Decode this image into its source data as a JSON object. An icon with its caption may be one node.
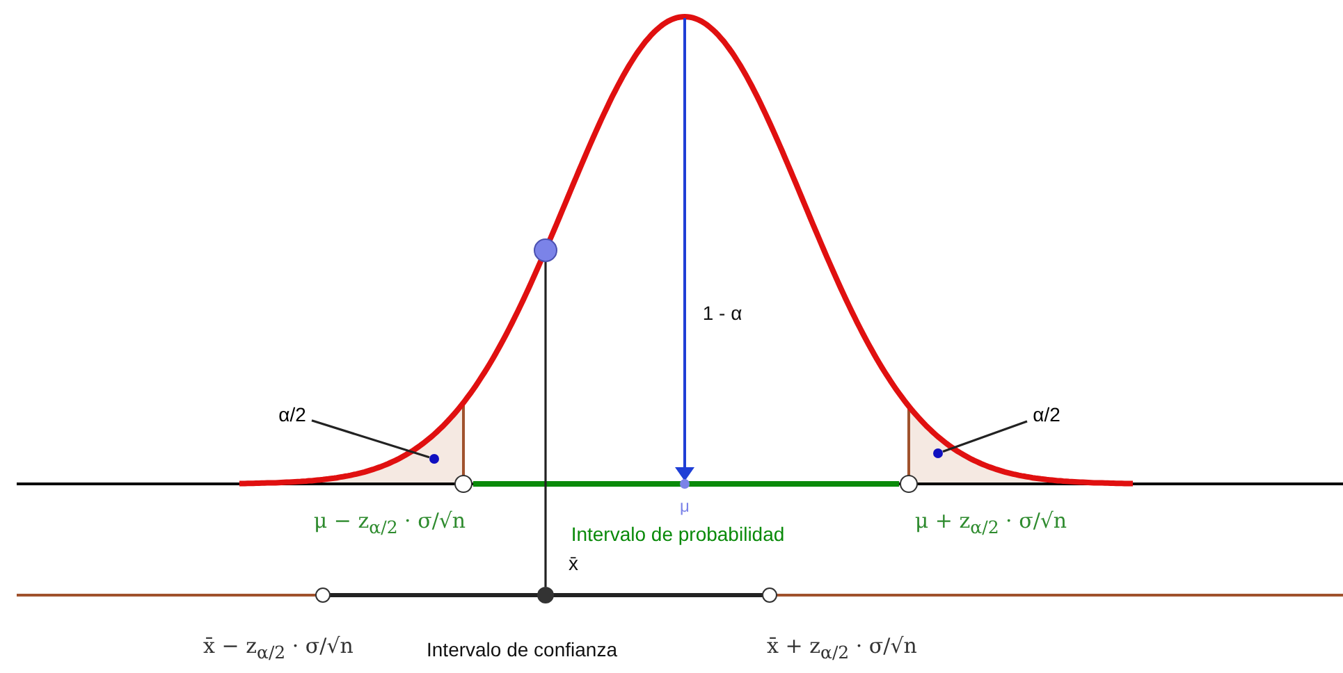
{
  "diagram": {
    "nodes": [
      {
        "text": [
          "α/2"
        ]
      },
      {
        "text": [],
        "shape": "circle"
      },
      {
        "text": [
          "α/2"
        ]
      },
      {
        "text": [],
        "shape": "circle"
      },
      {
        "text": [],
        "shape": "circle"
      },
      {
        "text": [],
        "shape": "circle"
      }
    ],
    "edges": [
      {
        "from": 0,
        "to": 1,
        "arrow": "none"
      },
      {
        "from": 2,
        "to": 3,
        "arrow": "none"
      },
      {
        "from": 4,
        "to": 5,
        "arrow": "none"
      }
    ],
    "labels": [
      "1 - α",
      "μ",
      "μ − z$_{α/2}$ · σ/√n",
      "Intervalo de probabilidad",
      "μ + z$_{α/2}$ · σ/√n",
      "x̄",
      "x̄ − z$_{α/2}$ · σ/√n",
      "Intervalo de confianza",
      "x̄ + z$_{α/2}$ · σ/√n"
    ]
  }
}
